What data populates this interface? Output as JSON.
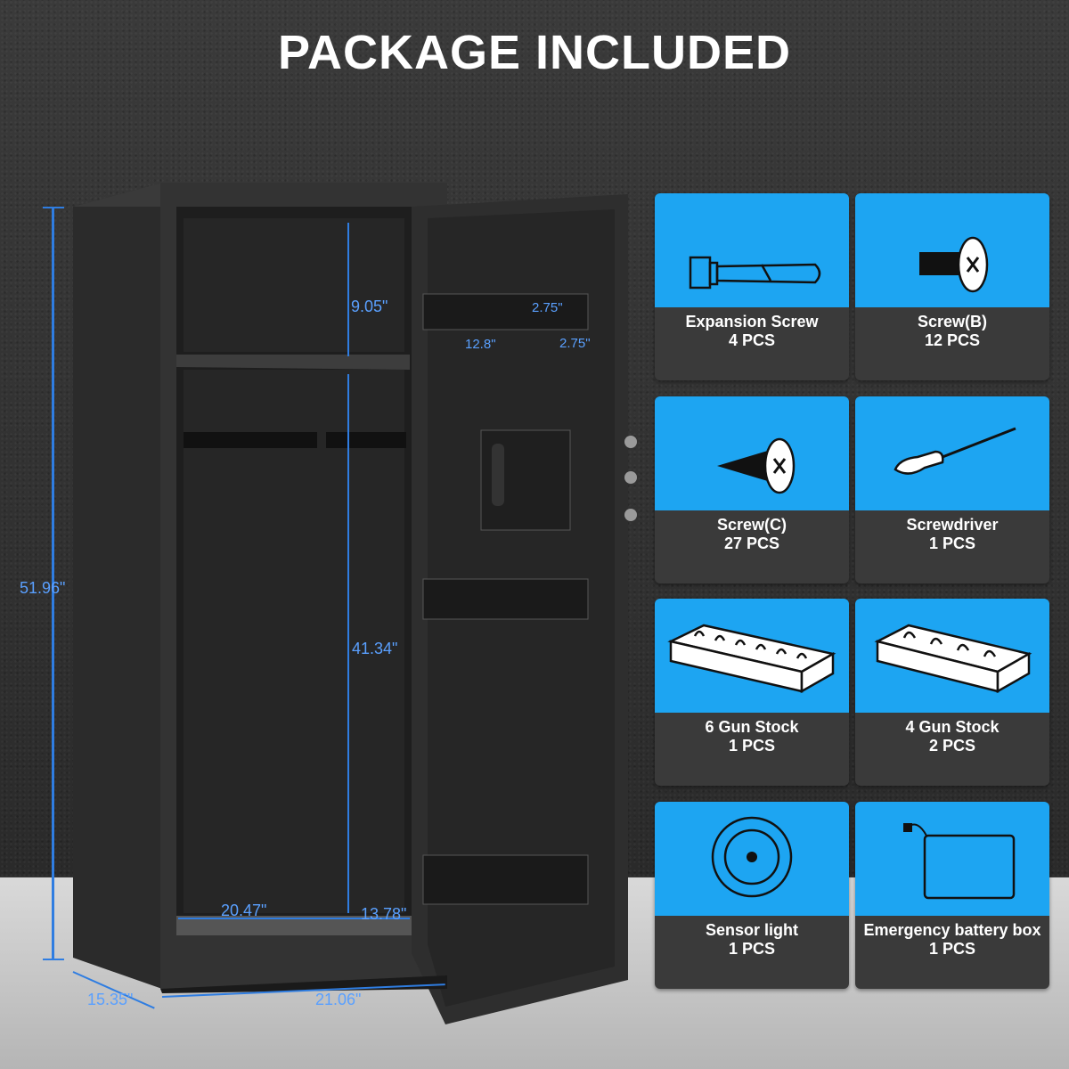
{
  "title": "PACKAGE INCLUDED",
  "dimensions": {
    "height_total": "51.96\"",
    "shelf_height": "9.05\"",
    "lower_height": "41.34\"",
    "interior_width": "20.47\"",
    "interior_depth": "13.78\"",
    "outer_depth": "15.35\"",
    "outer_width": "21.06\"",
    "rack_length": "12.8\"",
    "rack_height": "2.75\"",
    "rack_depth": "2.75\""
  },
  "items": [
    {
      "name": "Expansion Screw",
      "qty": "4 PCS",
      "icon": "expansion-screw-icon"
    },
    {
      "name": "Screw(B)",
      "qty": "12 PCS",
      "icon": "screw-b-icon"
    },
    {
      "name": "Screw(C)",
      "qty": "27 PCS",
      "icon": "screw-c-icon"
    },
    {
      "name": "Screwdriver",
      "qty": "1 PCS",
      "icon": "screwdriver-icon"
    },
    {
      "name": "6 Gun Stock",
      "qty": "1 PCS",
      "icon": "gun-stock-6-icon"
    },
    {
      "name": "4 Gun Stock",
      "qty": "2 PCS",
      "icon": "gun-stock-4-icon"
    },
    {
      "name": "Sensor light",
      "qty": "1 PCS",
      "icon": "sensor-light-icon"
    },
    {
      "name": "Emergency battery box",
      "qty": "1 PCS",
      "icon": "battery-box-icon"
    }
  ],
  "colors": {
    "accent": "#1da5f2",
    "dimension": "#2f7de1",
    "card_bg": "#3a3a3a"
  }
}
